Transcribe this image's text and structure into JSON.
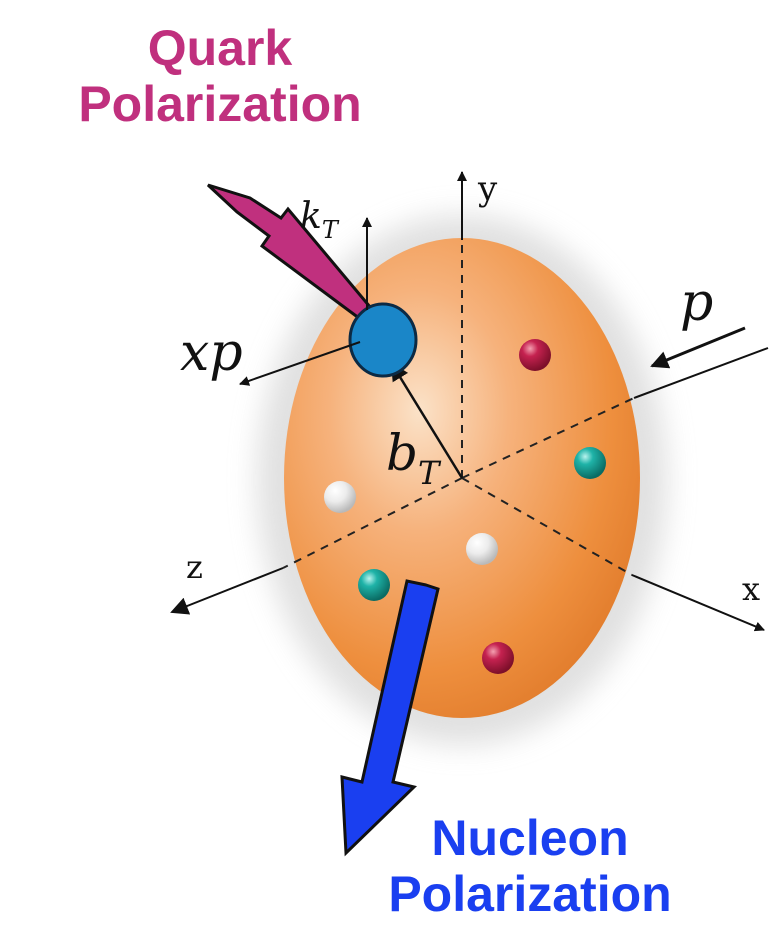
{
  "quark_polarization": {
    "line1": "Quark",
    "line2": "Polarization",
    "color": "#c0307e"
  },
  "nucleon_polarization": {
    "line1": "Nucleon",
    "line2": "Polarization",
    "color": "#1a3ff0"
  },
  "axes": {
    "x": "x",
    "y": "y",
    "z": "z"
  },
  "vectors": {
    "kT": {
      "symbol": "k",
      "subscript": "T"
    },
    "bT": {
      "symbol": "b",
      "subscript": "T"
    },
    "xp": "xp",
    "p": "p"
  },
  "colors": {
    "nucleon_body": "#ee8f3e",
    "quark": "#1a86c8",
    "red_particle": "#b3163f",
    "teal_particle": "#13a49a",
    "white_particle": "#e8e8e8"
  }
}
